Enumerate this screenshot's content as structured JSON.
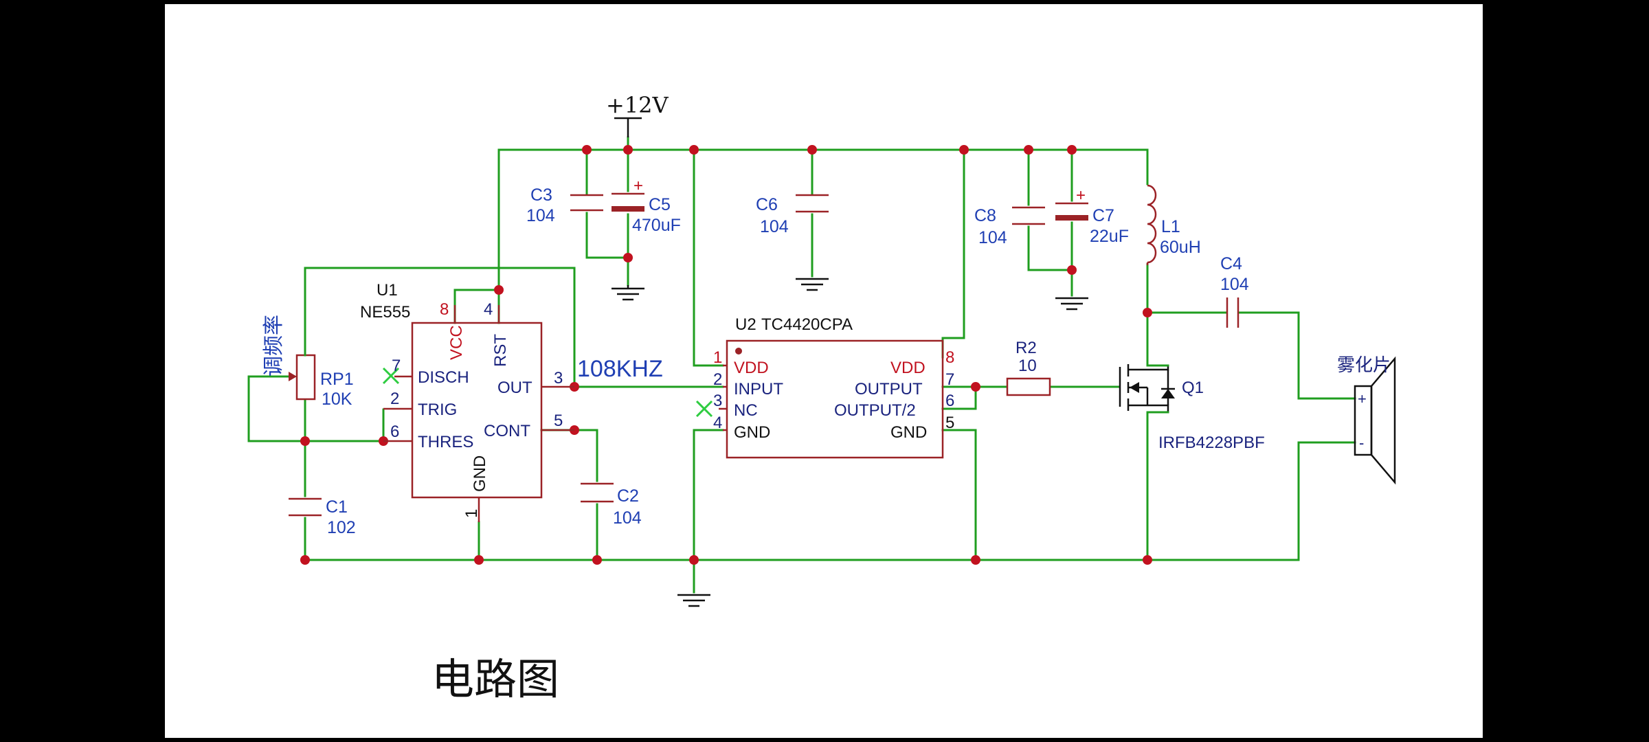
{
  "title": "电路图",
  "supply": {
    "label": "+12V"
  },
  "freq_label": "108KHZ",
  "u1": {
    "ref": "U1",
    "part": "NE555",
    "pins": {
      "p1": "1",
      "p2": "2",
      "p3": "3",
      "p4": "4",
      "p5": "5",
      "p6": "6",
      "p7": "7",
      "p8": "8",
      "vcc": "VCC",
      "rst": "RST",
      "gnd": "GND",
      "disch": "DISCH",
      "trig": "TRIG",
      "thres": "THRES",
      "out": "OUT",
      "cont": "CONT"
    }
  },
  "u2": {
    "ref": "U2",
    "part": "TC4420CPA",
    "pins": {
      "p1": "1",
      "p2": "2",
      "p3": "3",
      "p4": "4",
      "p5": "5",
      "p6": "6",
      "p7": "7",
      "p8": "8",
      "vdd_l": "VDD",
      "input": "INPUT",
      "nc": "NC",
      "gnd_l": "GND",
      "vdd_r": "VDD",
      "output": "OUTPUT",
      "output2": "OUTPUT/2",
      "gnd_r": "GND"
    }
  },
  "rp1": {
    "ref": "RP1",
    "value": "10K",
    "note": "调频率"
  },
  "c1": {
    "ref": "C1",
    "value": "102"
  },
  "c2": {
    "ref": "C2",
    "value": "104"
  },
  "c3": {
    "ref": "C3",
    "value": "104"
  },
  "c4": {
    "ref": "C4",
    "value": "104"
  },
  "c5": {
    "ref": "C5",
    "value": "470uF"
  },
  "c6": {
    "ref": "C6",
    "value": "104"
  },
  "c7": {
    "ref": "C7",
    "value": "22uF"
  },
  "c8": {
    "ref": "C8",
    "value": "104"
  },
  "l1": {
    "ref": "L1",
    "value": "60uH"
  },
  "r2": {
    "ref": "R2",
    "value": "10"
  },
  "q1": {
    "ref": "Q1",
    "part": "IRFB4228PBF"
  },
  "atomizer": {
    "label": "雾化片",
    "plus": "+",
    "minus": "-"
  },
  "polarity_plus": "+"
}
